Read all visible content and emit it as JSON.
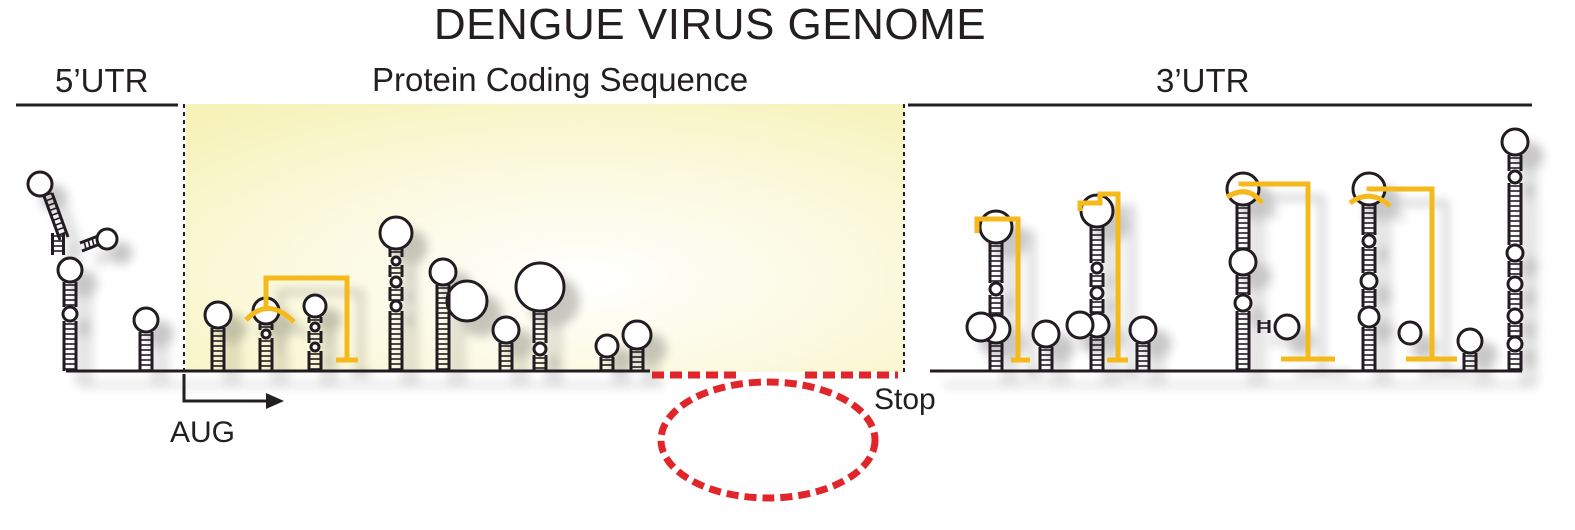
{
  "title": "DENGUE VIRUS GENOME",
  "regions": {
    "utr5": "5’UTR",
    "coding": "Protein Coding Sequence",
    "utr3": "3’UTR"
  },
  "markers": {
    "start": "AUG",
    "stop": "Stop"
  },
  "colors": {
    "line": "#231f20",
    "highlight": "#f5b91a",
    "coding_region_fill": "#fbf8cf",
    "cyclization_loop": "#e0262b"
  }
}
